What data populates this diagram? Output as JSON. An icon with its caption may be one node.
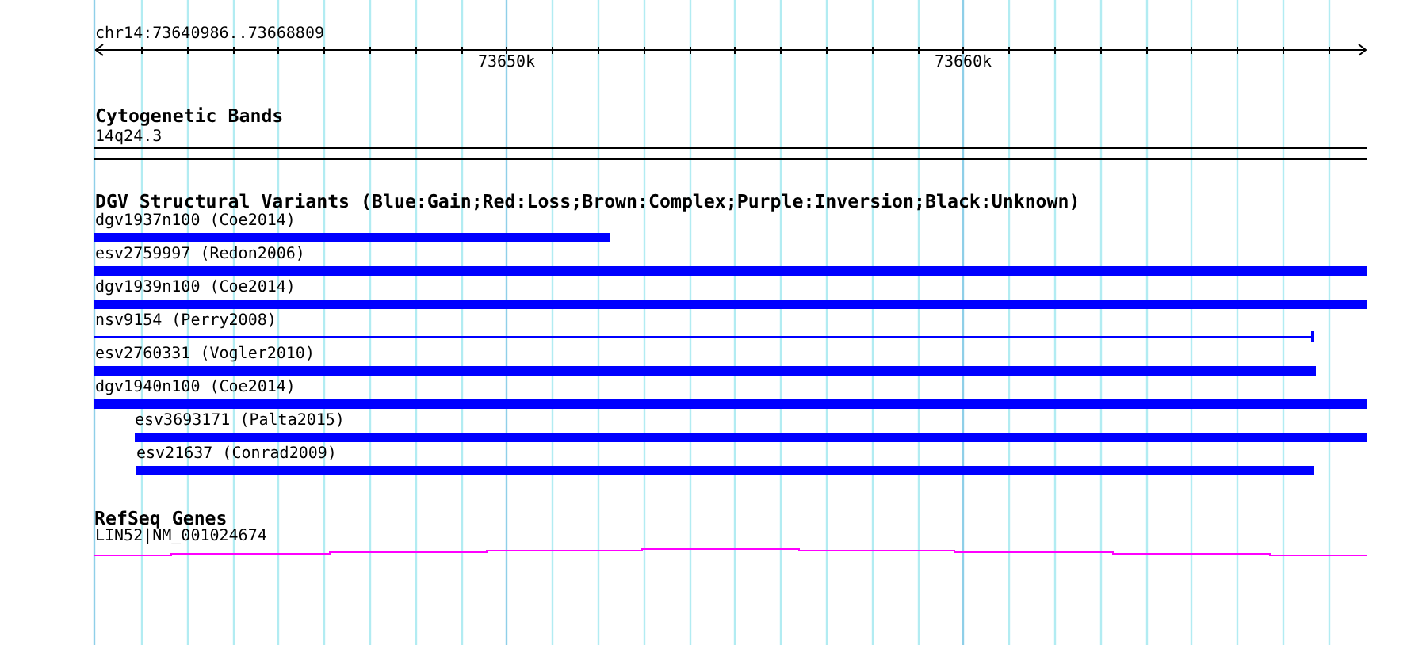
{
  "diagram": {
    "nodes": [
      {
        "text": [
          "14q24.3"
        ]
      },
      {
        "text": [
          "dgv1937n100 (Coe2014)"
        ]
      },
      {
        "text": [
          "esv2759997 (Redon2006)"
        ]
      },
      {
        "text": [
          "dgv1939n100 (Coe2014)"
        ]
      },
      {
        "text": [
          "nsv9154 (Perry2008)"
        ]
      },
      {
        "text": [
          "esv2760331 (Vogler2010)"
        ]
      },
      {
        "text": [
          "dgv1940n100 (Coe2014)"
        ]
      },
      {
        "text": [
          "esv3693171 (Palta2015)"
        ]
      },
      {
        "text": [
          "esv21637 (Conrad2009)"
        ]
      },
      {
        "text": [
          "LIN52|NM_001024674"
        ]
      }
    ],
    "labels": [
      "chr14:73640986..73668809",
      "73650k",
      "73660k",
      "Cytogenetic Bands",
      "DGV Structural Variants (Blue:Gain;Red:Loss;Brown:Complex;Purple:Inversion;Black:Unknown)",
      "RefSeq Genes"
    ]
  }
}
